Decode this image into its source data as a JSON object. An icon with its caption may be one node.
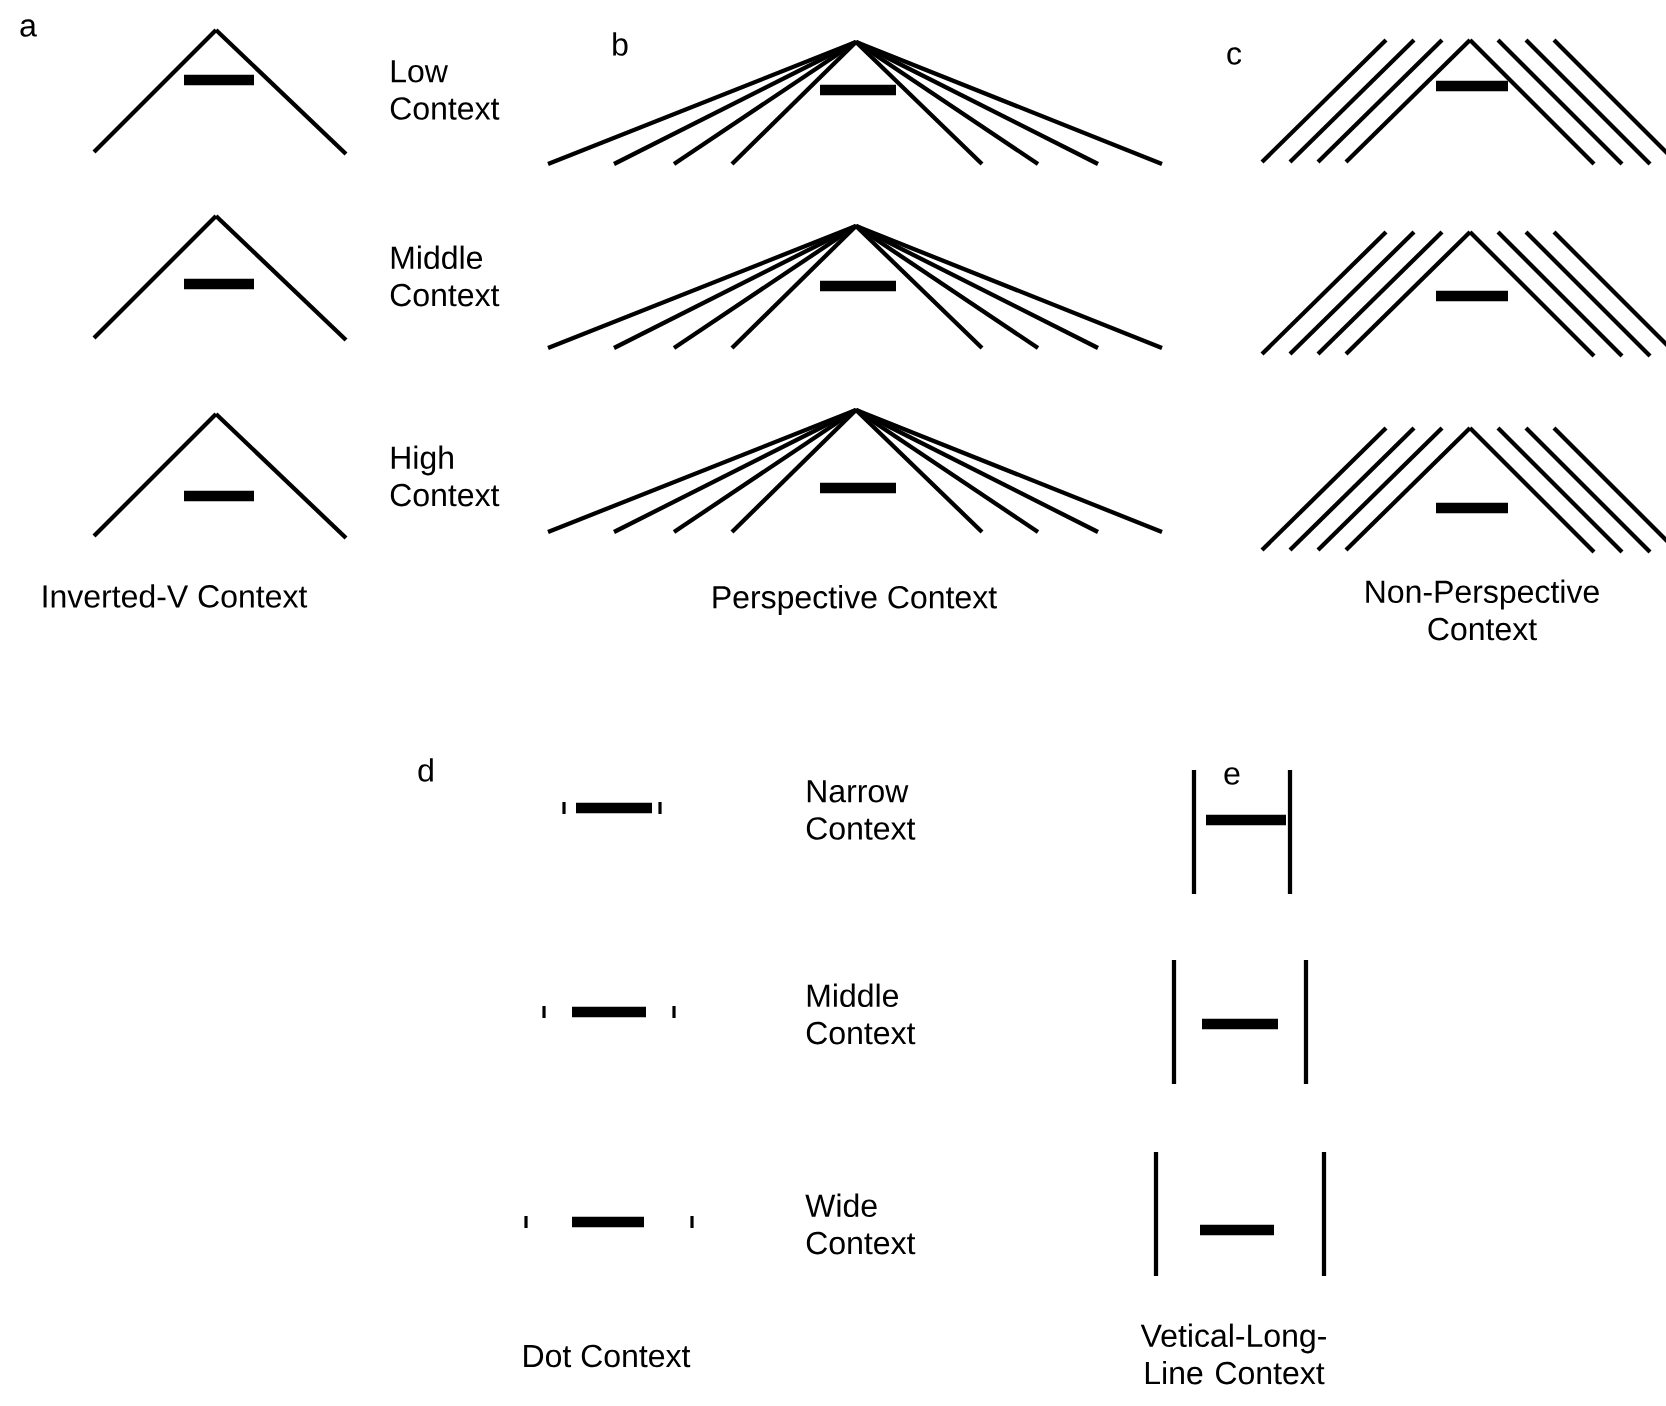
{
  "diagram": {
    "labels": [
      "a",
      "Low Context",
      "b",
      "c",
      "Middle Context",
      "High Context",
      "Inverted-V Context",
      "Perspective Context",
      "Non-Perspective Context",
      "d",
      "Narrow Context",
      "e",
      "Middle Context",
      "Wide Context",
      "Dot Context",
      "Vetical-Long-Line Context"
    ]
  }
}
